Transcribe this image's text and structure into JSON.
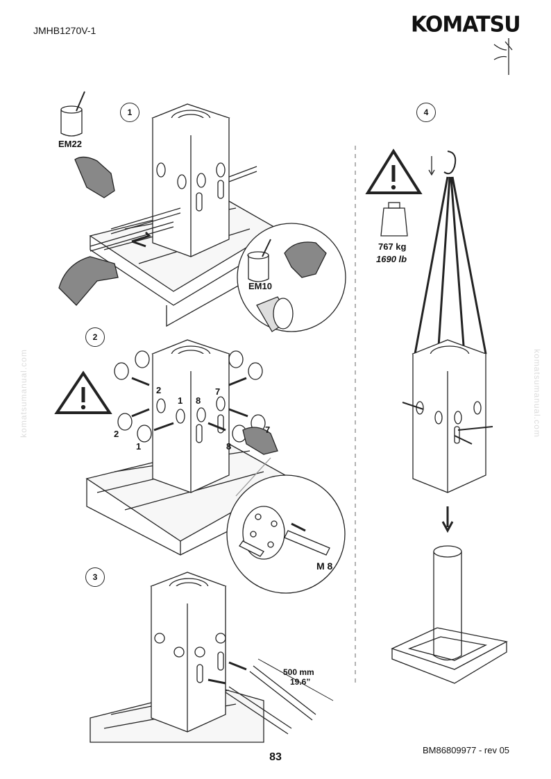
{
  "header": {
    "doc_code": "JMHB1270V-1",
    "brand": "KOMATSU"
  },
  "steps": [
    {
      "number": "1",
      "grease": "EM22",
      "detail_grease": "EM10"
    },
    {
      "number": "2",
      "callouts": [
        "2",
        "1",
        "8",
        "7",
        "2",
        "1",
        "7",
        "8"
      ],
      "bolt": "M 8"
    },
    {
      "number": "3",
      "length_mm": "500 mm",
      "length_in": "19.6”"
    },
    {
      "number": "4",
      "weight_kg": "767 kg",
      "weight_lb": "1690 lb"
    }
  ],
  "watermark": "komatsumanual.com",
  "footer": {
    "page": "83",
    "ref": "BM86809977 - rev 05"
  }
}
